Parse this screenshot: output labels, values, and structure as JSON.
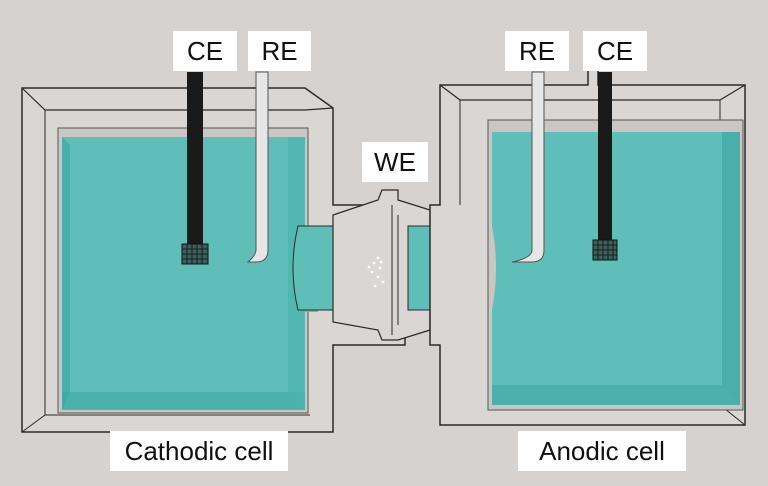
{
  "labels": {
    "left_ce": "CE",
    "left_re": "RE",
    "right_re": "RE",
    "right_ce": "CE",
    "we": "WE",
    "cathodic": "Cathodic cell",
    "anodic": "Anodic cell"
  },
  "colors": {
    "background": "#d5d2cf",
    "electrolyte": "#5fbfb8",
    "electrolyte_shadow": "#3da59e",
    "cell_wall": "#d9d6d3",
    "outline": "#2a2a2a",
    "counter_electrode": "#1a1a1a",
    "reference_electrode": "#e6e6e6"
  }
}
